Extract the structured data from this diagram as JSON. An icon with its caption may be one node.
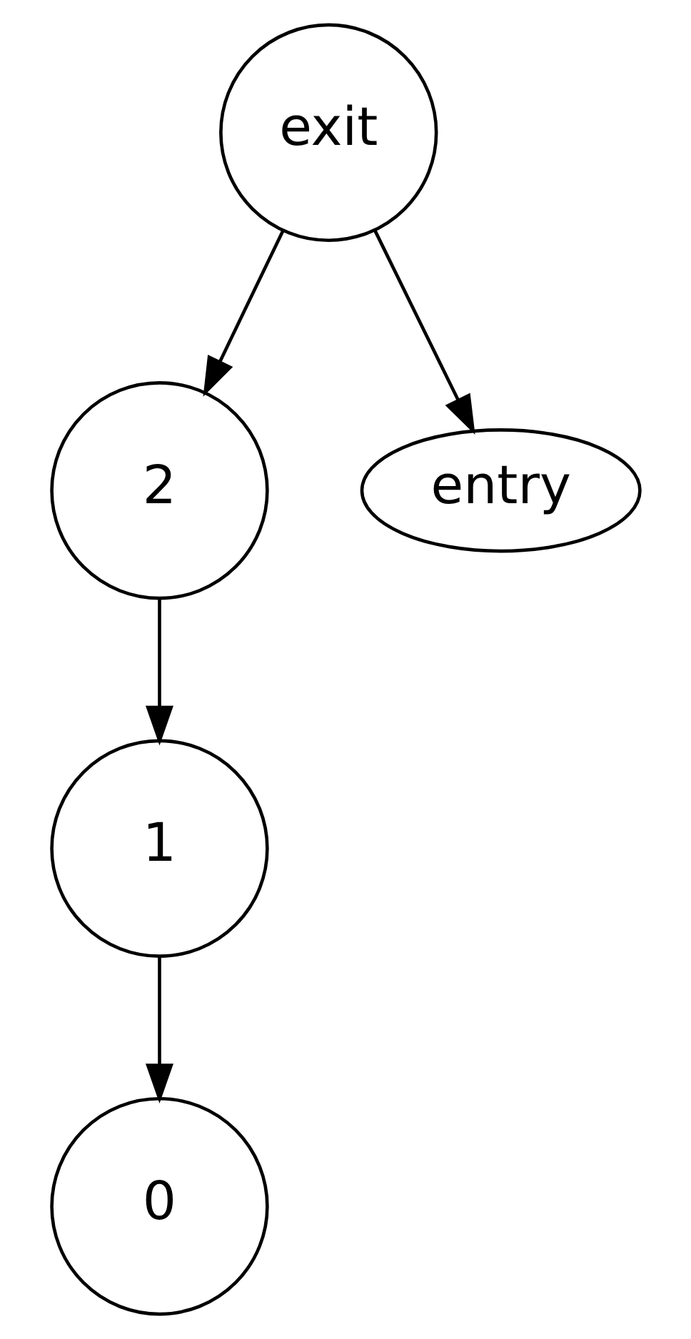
{
  "diagram": {
    "nodes": [
      {
        "text": [
          "exit"
        ]
      },
      {
        "text": [
          "2"
        ]
      },
      {
        "text": [
          "entry"
        ]
      },
      {
        "text": [
          "1"
        ]
      },
      {
        "text": [
          "0"
        ]
      }
    ],
    "edges": [
      {
        "from": 0,
        "to": 1,
        "arrow": "to"
      },
      {
        "from": 0,
        "to": 2,
        "arrow": "to"
      },
      {
        "from": 1,
        "to": 3,
        "arrow": "to"
      },
      {
        "from": 3,
        "to": 4,
        "arrow": "to"
      }
    ]
  }
}
